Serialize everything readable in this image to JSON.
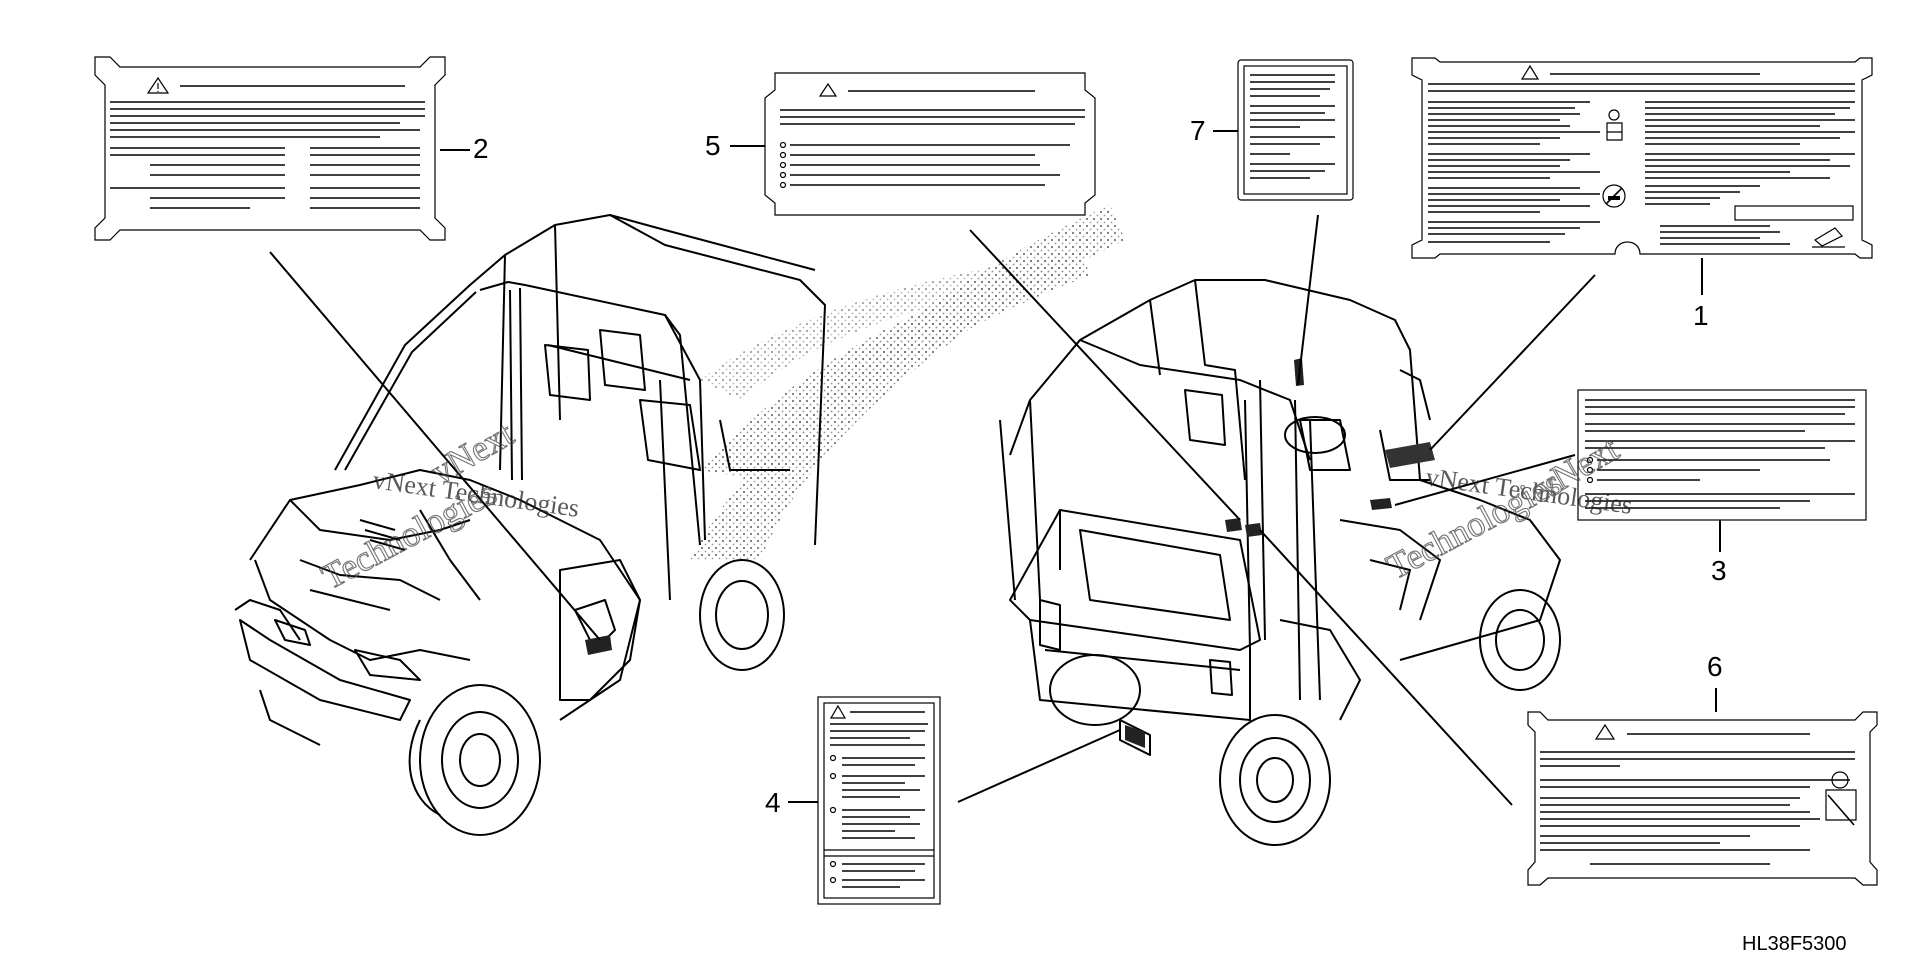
{
  "callouts": {
    "c1": "1",
    "c2": "2",
    "c3": "3",
    "c4": "4",
    "c5": "5",
    "c6": "6",
    "c7": "7"
  },
  "diagram_code": "HL38F5300",
  "watermark": {
    "left_line1": "vNext",
    "left_line2": "Technologies",
    "left_overlay": "vNext Technologies",
    "right_line1": "vNext",
    "right_line2": "Technologies",
    "right_overlay": "vNext Technologies"
  },
  "icons": [
    "warning-triangle-icon",
    "child-seat-icon",
    "no-passenger-icon",
    "hand-warning-icon"
  ],
  "colors": {
    "line": "#000000",
    "background": "#ffffff",
    "halftone": "#777777"
  }
}
